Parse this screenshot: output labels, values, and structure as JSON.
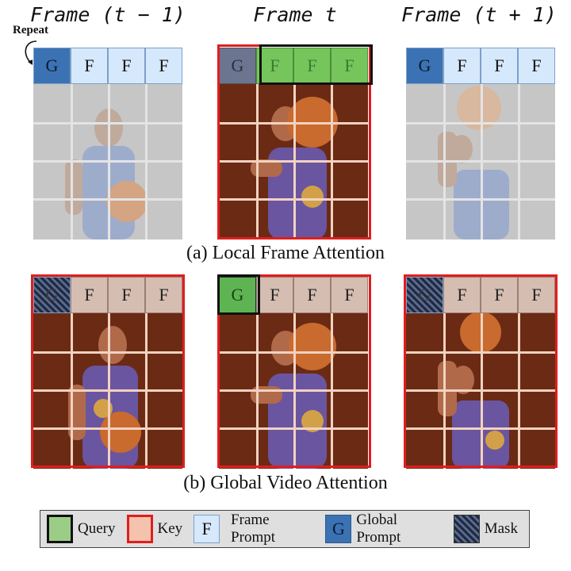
{
  "frames": {
    "prev_title": "Frame (t − 1)",
    "cur_title": "Frame t",
    "next_title": "Frame (t + 1)"
  },
  "repeat_label": "Repeat",
  "tokens": {
    "global": "G",
    "frame": "F"
  },
  "captions": {
    "local": "(a) Local Frame Attention",
    "global": "(b) Global Video Attention"
  },
  "legend": {
    "query": "Query",
    "key": "Key",
    "frame_prompt_symbol": "F",
    "frame_prompt": "Frame Prompt",
    "global_prompt_symbol": "G",
    "global_prompt": "Global Prompt",
    "mask": "Mask"
  },
  "colors": {
    "query_green": "#76c55c",
    "key_red": "#e01e1e",
    "global_blue": "#3b72b4",
    "frame_lightblue": "#d6e8fb",
    "key_tint": "#c86a3c"
  }
}
